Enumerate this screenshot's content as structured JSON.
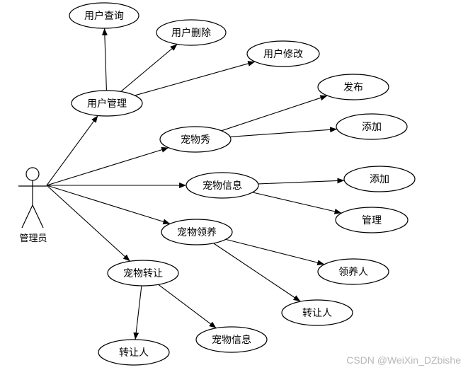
{
  "actor": {
    "label": "管理员"
  },
  "nodes": [
    {
      "id": "user-mgmt",
      "label": "用户管理"
    },
    {
      "id": "user-query",
      "label": "用户查询"
    },
    {
      "id": "user-delete",
      "label": "用户删除"
    },
    {
      "id": "user-edit",
      "label": "用户修改"
    },
    {
      "id": "pet-show",
      "label": "宠物秀"
    },
    {
      "id": "publish",
      "label": "发布"
    },
    {
      "id": "show-add",
      "label": "添加"
    },
    {
      "id": "pet-info",
      "label": "宠物信息"
    },
    {
      "id": "info-add",
      "label": "添加"
    },
    {
      "id": "info-manage",
      "label": "管理"
    },
    {
      "id": "pet-adopt",
      "label": "宠物领养"
    },
    {
      "id": "adopter",
      "label": "领养人"
    },
    {
      "id": "adopt-transferor",
      "label": "转让人"
    },
    {
      "id": "pet-transfer",
      "label": "宠物转让"
    },
    {
      "id": "transferor",
      "label": "转让人"
    },
    {
      "id": "transfer-info",
      "label": "宠物信息"
    }
  ],
  "edges": [
    [
      "actor",
      "user-mgmt"
    ],
    [
      "actor",
      "pet-show"
    ],
    [
      "actor",
      "pet-info"
    ],
    [
      "actor",
      "pet-adopt"
    ],
    [
      "actor",
      "pet-transfer"
    ],
    [
      "user-mgmt",
      "user-query"
    ],
    [
      "user-mgmt",
      "user-delete"
    ],
    [
      "user-mgmt",
      "user-edit"
    ],
    [
      "pet-show",
      "publish"
    ],
    [
      "pet-show",
      "show-add"
    ],
    [
      "pet-info",
      "info-add"
    ],
    [
      "pet-info",
      "info-manage"
    ],
    [
      "pet-adopt",
      "adopter"
    ],
    [
      "pet-adopt",
      "adopt-transferor"
    ],
    [
      "pet-transfer",
      "transferor"
    ],
    [
      "pet-transfer",
      "transfer-info"
    ]
  ],
  "watermark": "CSDN @WeiXin_DZbishe"
}
